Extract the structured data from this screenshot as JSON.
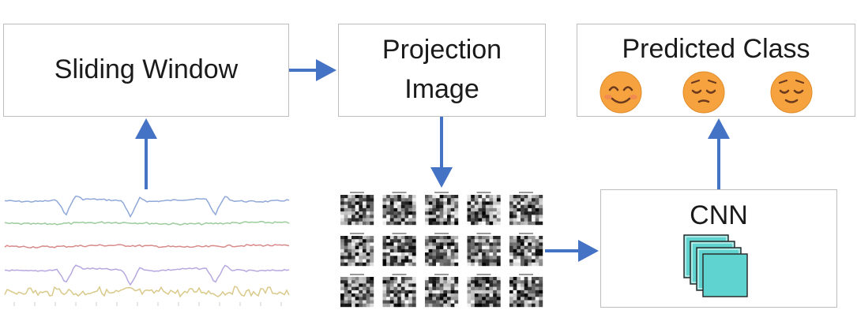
{
  "boxes": {
    "sliding_window": "Sliding Window",
    "projection_image": {
      "line1": "Projection",
      "line2": "Image"
    },
    "predicted_class": "Predicted Class",
    "cnn": "CNN"
  },
  "predicted_classes": [
    {
      "icon": "smiling-face-icon"
    },
    {
      "icon": "pensive-face-icon"
    },
    {
      "icon": "relieved-face-icon"
    }
  ],
  "colors": {
    "arrow": "#4472c4",
    "box_border": "#bdbdbd",
    "face": "#f6a23f",
    "face_feature": "#6b3a1e",
    "cnn_fill": "#5fd3cf",
    "cnn_border": "#2d2d2d",
    "signals": [
      "#8fa8d8",
      "#9ccc9c",
      "#d88a8a",
      "#b7a8e0",
      "#d9c98a"
    ]
  },
  "signals": {
    "count": 5
  },
  "projection_grid": {
    "rows": 3,
    "cols": 5
  }
}
